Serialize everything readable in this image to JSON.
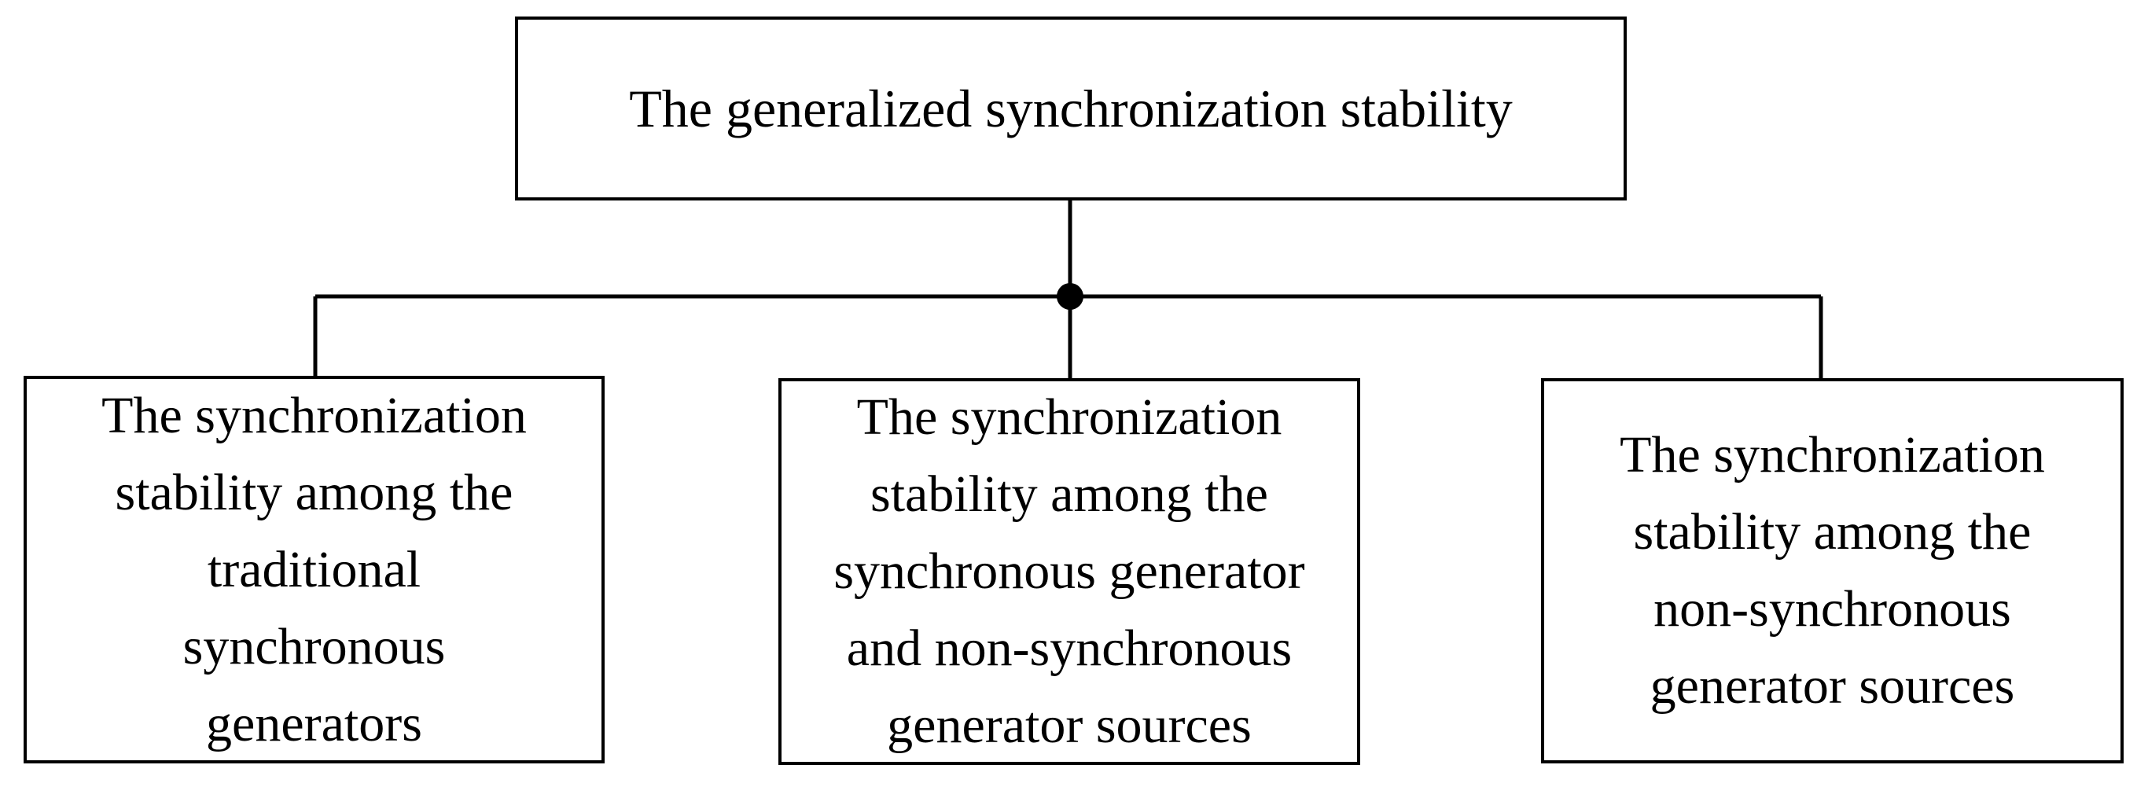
{
  "diagram": {
    "root": {
      "label": "The generalized synchronization stability"
    },
    "children": [
      {
        "label": "The synchronization\nstability among the\ntraditional\nsynchronous\ngenerators"
      },
      {
        "label": "The synchronization\nstability among the\nsynchronous generator\nand non-synchronous\ngenerator sources"
      },
      {
        "label": "The synchronization\nstability among the\nnon-synchronous\ngenerator sources"
      }
    ],
    "colors": {
      "line": "#000000",
      "background": "#ffffff"
    }
  }
}
